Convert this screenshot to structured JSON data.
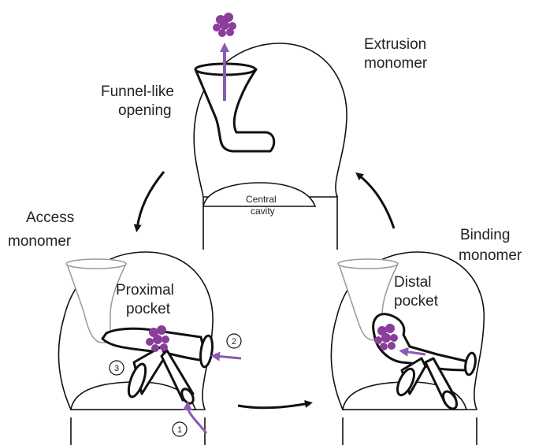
{
  "labels": {
    "extrusion_line1": "Extrusion",
    "extrusion_line2": "monomer",
    "funnel_line1": "Funnel-like",
    "funnel_line2": "opening",
    "central_line1": "Central",
    "central_line2": "cavity",
    "access_line1": "Access",
    "access_line2": "monomer",
    "binding_line1": "Binding",
    "binding_line2": "monomer",
    "proximal_line1": "Proximal",
    "proximal_line2": "pocket",
    "distal_line1": "Distal",
    "distal_line2": "pocket",
    "entry1": "1",
    "entry2": "2",
    "entry3": "3"
  },
  "colors": {
    "substrate": "#8a3d9a",
    "arrow_purple": "#8a5bb0",
    "outline": "#111111",
    "faded": "#9a9a9a"
  }
}
